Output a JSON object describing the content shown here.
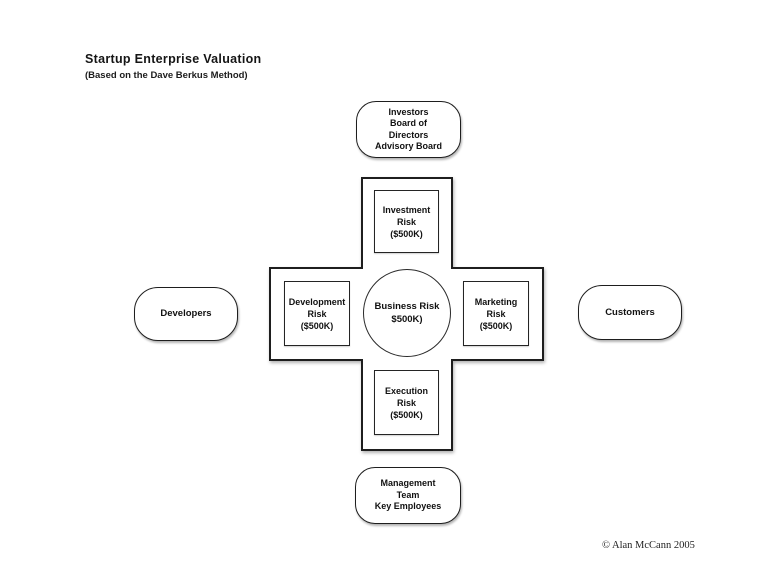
{
  "page": {
    "title": "Startup Enterprise Valuation",
    "subtitle": "(Based on the Dave Berkus Method)",
    "copyright": "© Alan McCann 2005"
  },
  "colors": {
    "background": "#ffffff",
    "stroke": "#1e1e1e",
    "text": "#111111"
  },
  "diagram": {
    "center_circle": {
      "lines": [
        "Business Risk",
        "$500K)"
      ]
    },
    "risk_boxes": {
      "investment": {
        "lines": [
          "Investment",
          "Risk",
          "($500K)"
        ]
      },
      "development": {
        "lines": [
          "Development",
          "Risk",
          "($500K)"
        ]
      },
      "marketing": {
        "lines": [
          "Marketing",
          "Risk",
          "($500K)"
        ]
      },
      "execution": {
        "lines": [
          "Execution",
          "Risk",
          "($500K)"
        ]
      }
    },
    "stakeholders": {
      "investors": {
        "lines": [
          "Investors",
          "Board of",
          "Directors",
          "Advisory Board"
        ]
      },
      "developers": {
        "lines": [
          "Developers"
        ]
      },
      "customers": {
        "lines": [
          "Customers"
        ]
      },
      "management": {
        "lines": [
          "Management",
          "Team",
          "Key Employees"
        ]
      }
    }
  }
}
